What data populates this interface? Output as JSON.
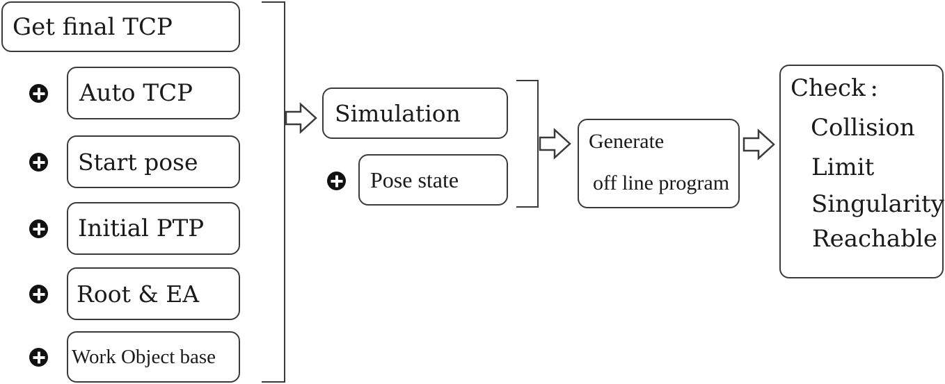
{
  "inputs": {
    "main": "Get final TCP",
    "items": [
      "Auto TCP",
      "Start pose",
      "Initial PTP",
      "Root & EA",
      "Work Object base"
    ]
  },
  "simulation": {
    "main": "Simulation",
    "sub": "Pose state"
  },
  "generate": {
    "line1": "Generate",
    "line2": "off line program"
  },
  "check": {
    "title": "Check :",
    "items": [
      "Collision",
      "Limit",
      "Singularity",
      "Reachable"
    ]
  },
  "icons": {
    "add": "plus-circle-icon",
    "arrow": "hollow-right-arrow-icon"
  },
  "colors": {
    "stroke": "#3a3a3a",
    "icon_fill": "#111111",
    "background": "#ffffff"
  }
}
